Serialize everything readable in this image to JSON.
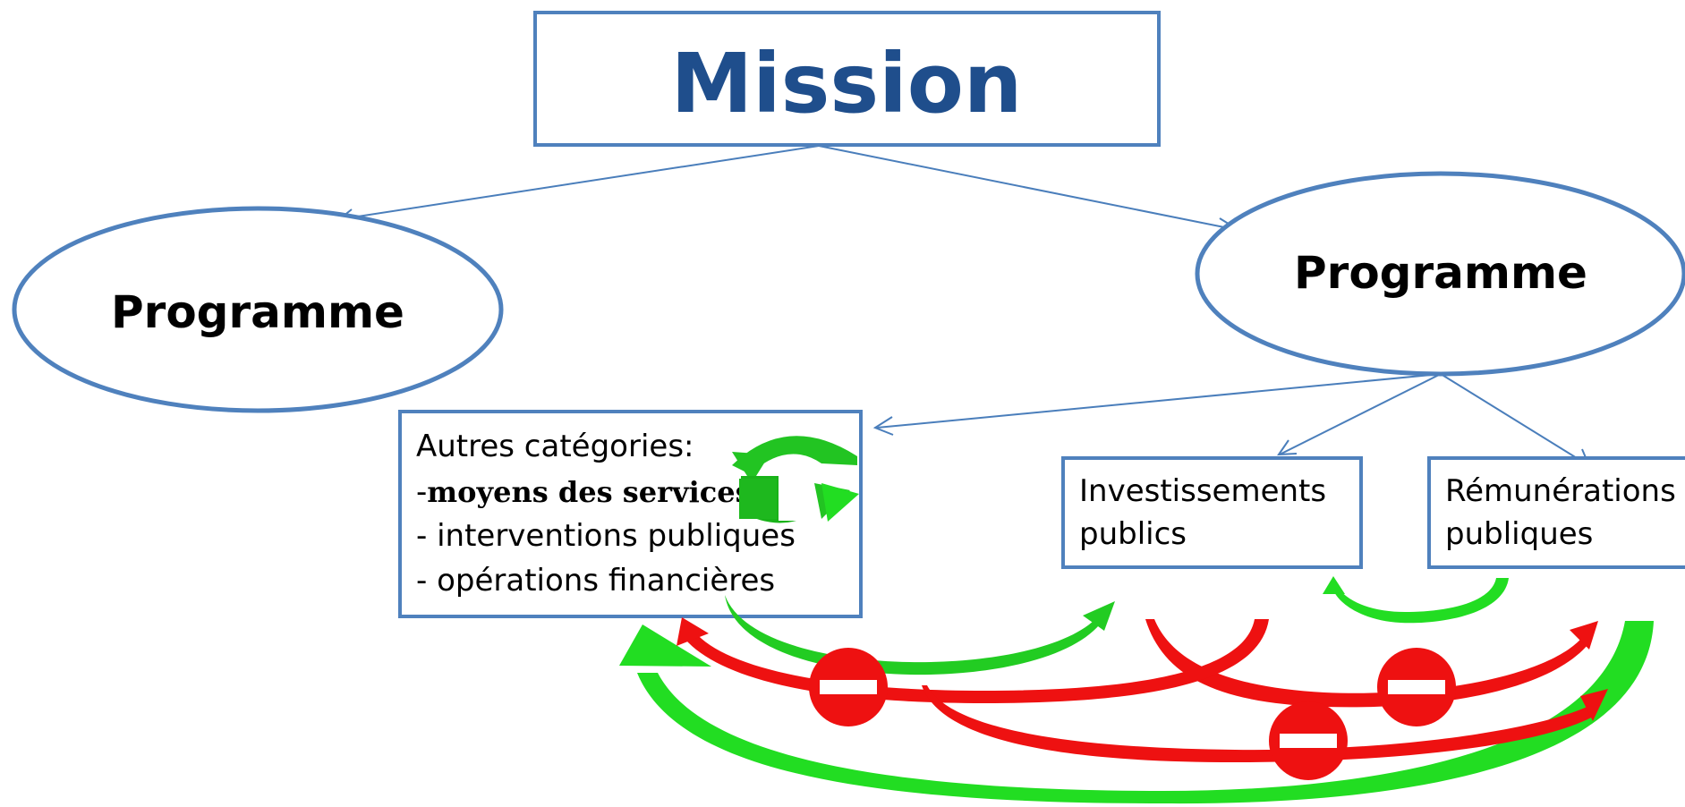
{
  "mission": {
    "label": "Mission"
  },
  "programme_left": {
    "label": "Programme"
  },
  "programme_right": {
    "label": "Programme"
  },
  "autres": {
    "title": "Autres catégories:",
    "line1_prefix": "-",
    "line1": "moyens des services",
    "line2": "- interventions publiques",
    "line3": "- opérations financières"
  },
  "investissements": {
    "line1": "Investissements",
    "line2": "publics"
  },
  "remunerations": {
    "line1": "Rémunérations",
    "line2": "publiques"
  },
  "colors": {
    "box_border": "#4f81bd",
    "mission_text": "#1f4e8c",
    "connector": "#4a7ebb",
    "allowed_arrow": "#22dd22",
    "forbidden_arrow": "#ee1111",
    "forbidden_sign": "#ee1111"
  }
}
